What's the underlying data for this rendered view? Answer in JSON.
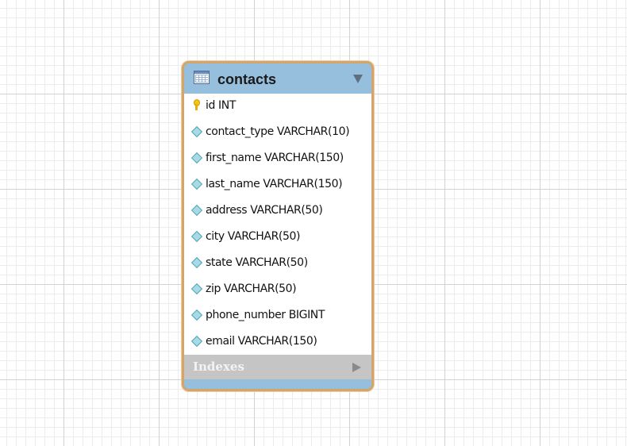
{
  "table": {
    "name": "contacts",
    "icon": "table-icon",
    "columns": [
      {
        "label": "id INT",
        "icon": "primary-key-icon"
      },
      {
        "label": "contact_type VARCHAR(10)",
        "icon": "column-diamond-icon"
      },
      {
        "label": "first_name VARCHAR(150)",
        "icon": "column-diamond-icon"
      },
      {
        "label": "last_name VARCHAR(150)",
        "icon": "column-diamond-icon"
      },
      {
        "label": "address VARCHAR(50)",
        "icon": "column-diamond-icon"
      },
      {
        "label": "city VARCHAR(50)",
        "icon": "column-diamond-icon"
      },
      {
        "label": "state VARCHAR(50)",
        "icon": "column-diamond-icon"
      },
      {
        "label": "zip VARCHAR(50)",
        "icon": "column-diamond-icon"
      },
      {
        "label": "phone_number BIGINT",
        "icon": "column-diamond-icon"
      },
      {
        "label": "email VARCHAR(150)",
        "icon": "column-diamond-icon"
      }
    ],
    "indexes_label": "Indexes"
  },
  "colors": {
    "header": "#96bedd",
    "border": "#d4a46a",
    "key": "#f5c50f",
    "column_marker": "#a6dbe6",
    "indexes_bar": "#c5c5c5"
  }
}
